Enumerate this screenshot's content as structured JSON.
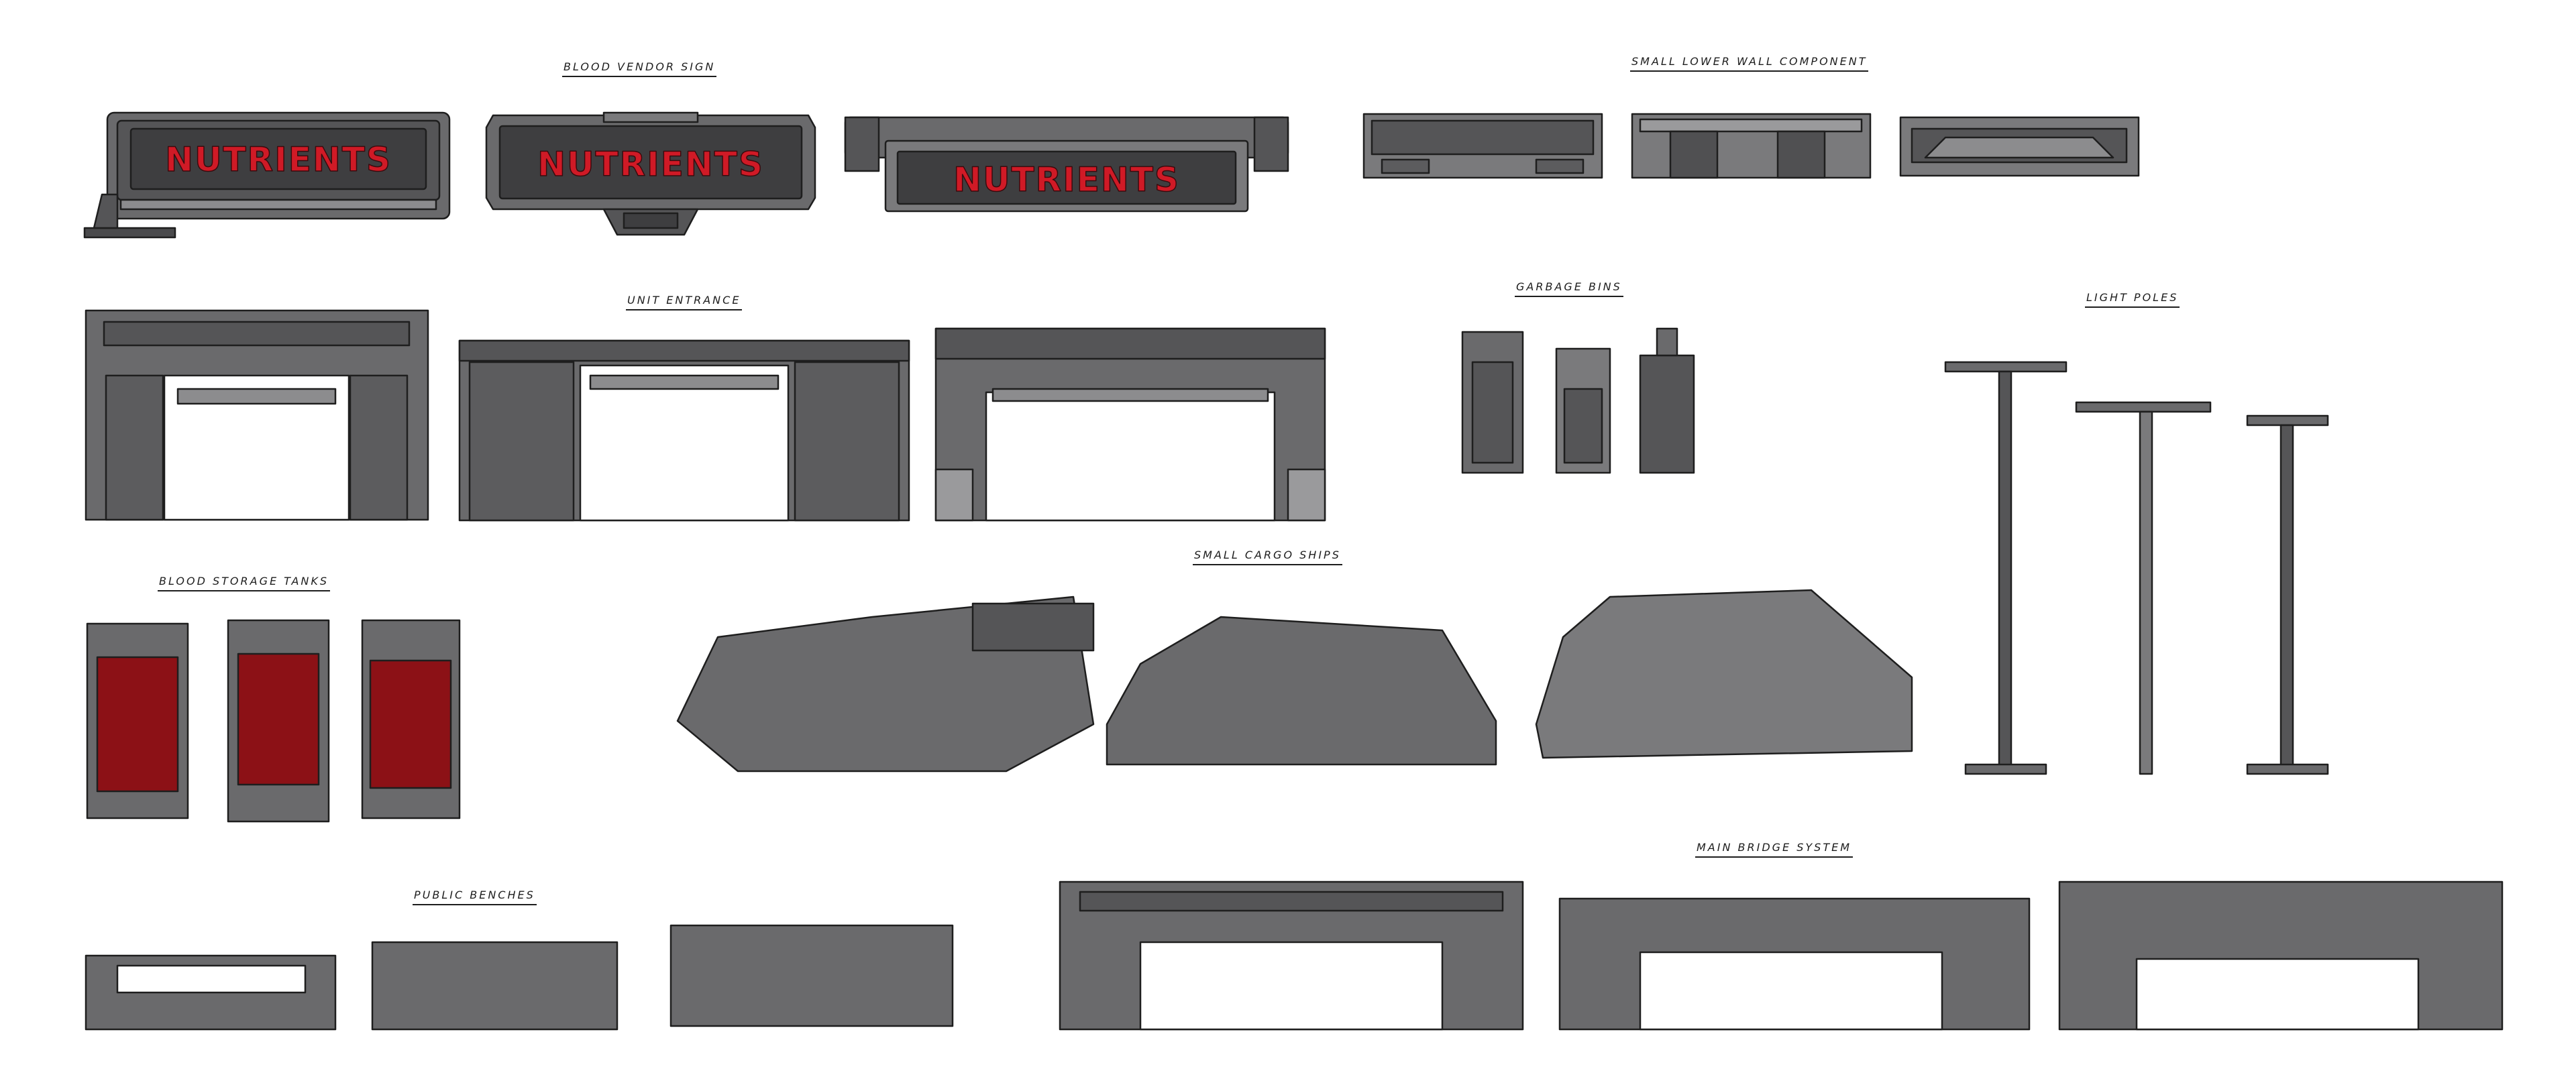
{
  "labels": {
    "blood_vendor_sign": "Blood Vendor Sign",
    "small_lower_wall_component": "Small Lower Wall Component",
    "unit_entrance": "Unit Entrance",
    "garbage_bins": "Garbage Bins",
    "light_poles": "Light Poles",
    "blood_storage_tanks": "Blood Storage Tanks",
    "small_cargo_ships": "Small Cargo Ships",
    "public_benches": "Public Benches",
    "main_bridge_system": "Main Bridge System"
  },
  "signs": [
    "NUTRIENTS",
    "NUTRIENTS",
    "NUTRIENTS"
  ],
  "colors": {
    "line": "#1e1e1e",
    "dark": "#545456",
    "mid": "#747476",
    "light": "#9a9a9c",
    "blood": "#8c1116",
    "sign_red": "#d01a26"
  }
}
